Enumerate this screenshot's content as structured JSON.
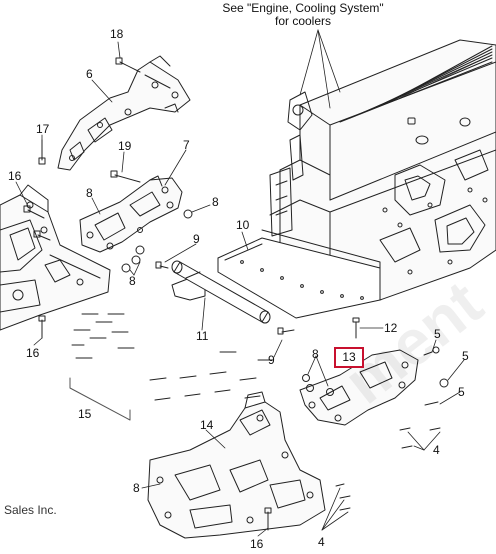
{
  "note": {
    "line1": "See \"Engine, Cooling System\"",
    "line2": "for coolers"
  },
  "callouts": [
    {
      "id": "c18",
      "text": "18"
    },
    {
      "id": "c6",
      "text": "6"
    },
    {
      "id": "c17",
      "text": "17"
    },
    {
      "id": "c19",
      "text": "19"
    },
    {
      "id": "c7",
      "text": "7"
    },
    {
      "id": "c16a",
      "text": "16"
    },
    {
      "id": "c8a",
      "text": "8"
    },
    {
      "id": "c8b",
      "text": "8"
    },
    {
      "id": "c9a",
      "text": "9"
    },
    {
      "id": "c10",
      "text": "10"
    },
    {
      "id": "c8c",
      "text": "8"
    },
    {
      "id": "c11",
      "text": "11"
    },
    {
      "id": "c12",
      "text": "12"
    },
    {
      "id": "c16b",
      "text": "16"
    },
    {
      "id": "c9b",
      "text": "9"
    },
    {
      "id": "c8d",
      "text": "8"
    },
    {
      "id": "c5a",
      "text": "5"
    },
    {
      "id": "c5b",
      "text": "5"
    },
    {
      "id": "c5c",
      "text": "5"
    },
    {
      "id": "c15",
      "text": "15"
    },
    {
      "id": "c14",
      "text": "14"
    },
    {
      "id": "c4a",
      "text": "4"
    },
    {
      "id": "c8e",
      "text": "8"
    },
    {
      "id": "c16c",
      "text": "16"
    },
    {
      "id": "c4b",
      "text": "4"
    }
  ],
  "highlight": {
    "text": "13",
    "border_color": "#c8102e"
  },
  "footer": "Sales Inc.",
  "watermark": "ment"
}
